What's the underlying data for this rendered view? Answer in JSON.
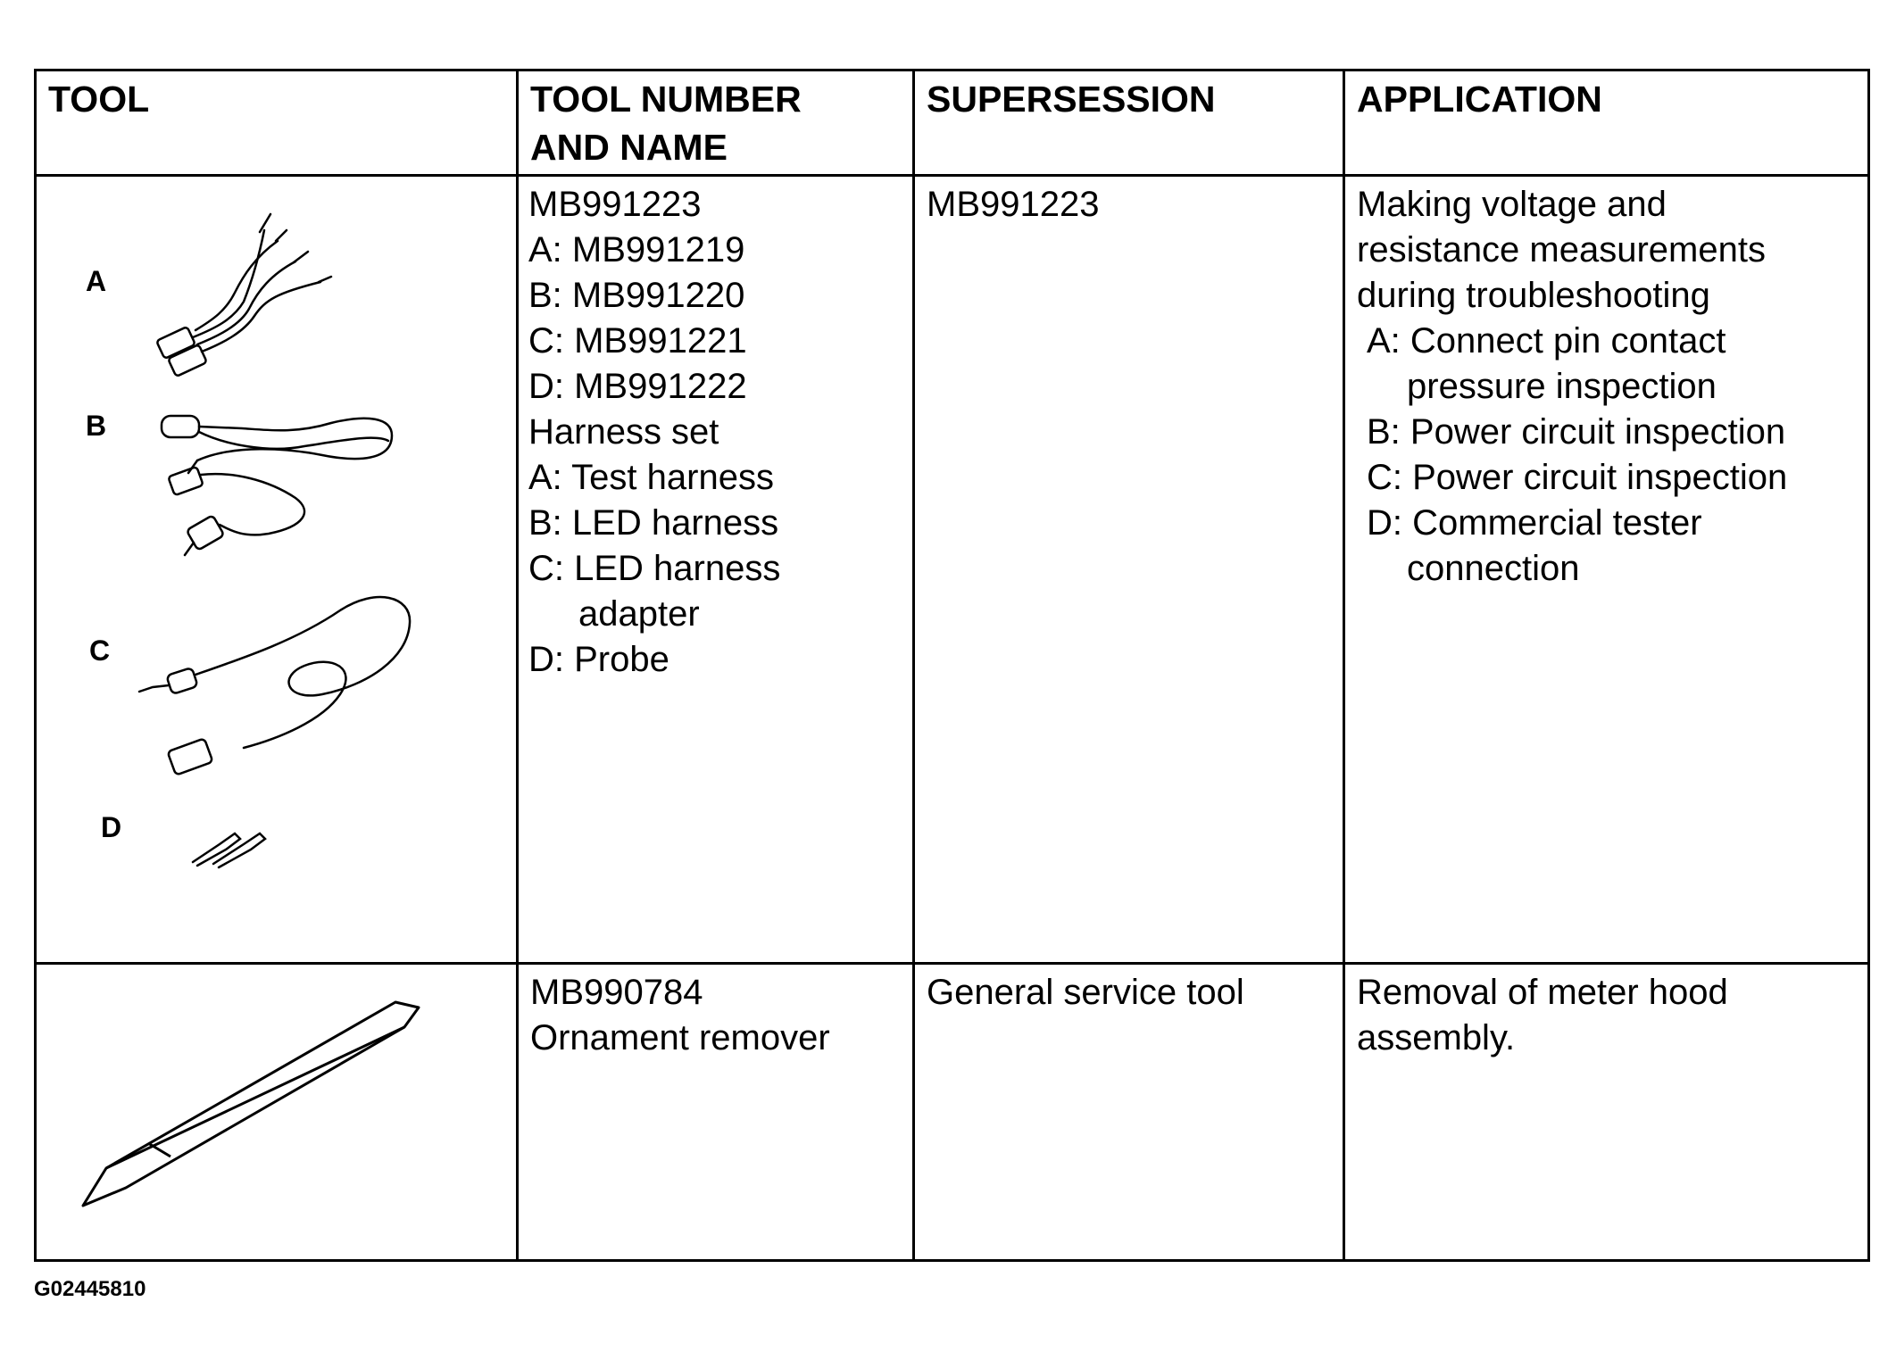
{
  "headers": {
    "tool": "TOOL",
    "tool_number_name": [
      "TOOL NUMBER",
      "AND NAME"
    ],
    "supersession": "SUPERSESSION",
    "application": "APPLICATION"
  },
  "rows": [
    {
      "tool_labels": [
        "A",
        "B",
        "C",
        "D"
      ],
      "number_name": [
        "MB991223",
        "A: MB991219",
        "B: MB991220",
        "C: MB991221",
        "D: MB991222",
        "Harness set",
        "A: Test harness",
        "B: LED harness",
        "C: LED harness",
        "adapter",
        "D: Probe"
      ],
      "supersession": "MB991223",
      "application": [
        "Making voltage and",
        "resistance measurements",
        "during troubleshooting",
        "A: Connect pin contact",
        "pressure inspection",
        "B: Power circuit inspection",
        "C: Power circuit inspection",
        "D: Commercial tester",
        "connection"
      ]
    },
    {
      "number_name": [
        "MB990784",
        "Ornament remover"
      ],
      "supersession": "General service tool",
      "application": [
        "Removal of meter hood",
        "assembly."
      ]
    }
  ],
  "figure_id": "G02445810"
}
